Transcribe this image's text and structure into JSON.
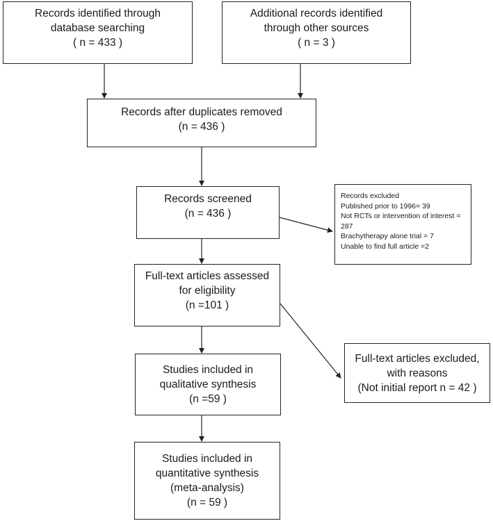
{
  "boxes": {
    "identified_db": {
      "lines": [
        "Records identified through",
        "database searching",
        "( n = 433  )"
      ]
    },
    "identified_other": {
      "lines": [
        "Additional records identified",
        "through other sources",
        "( n =  3  )"
      ]
    },
    "after_duplicates": {
      "lines": [
        "Records after duplicates removed",
        "(n =  436 )"
      ]
    },
    "screened": {
      "lines": [
        "Records screened",
        "(n =  436 )"
      ]
    },
    "excluded": {
      "lines": [
        "Records excluded",
        "Published prior to 1996= 39",
        "Not RCTs or intervention of interest = 287",
        "Brachytherapy alone trial = 7",
        "Unable to find full article =2"
      ]
    },
    "fulltext_assessed": {
      "lines": [
        "Full-text articles assessed",
        "for eligibility",
        "(n =101 )"
      ]
    },
    "fulltext_excluded": {
      "lines": [
        "Full-text articles excluded,",
        "with reasons",
        "(Not initial report n = 42  )"
      ]
    },
    "qualitative": {
      "lines": [
        "Studies included in",
        "qualitative synthesis",
        "(n =59    )"
      ]
    },
    "quantitative": {
      "lines": [
        "Studies included in",
        "quantitative synthesis",
        "(meta-analysis)",
        "(n = 59  )"
      ]
    }
  }
}
